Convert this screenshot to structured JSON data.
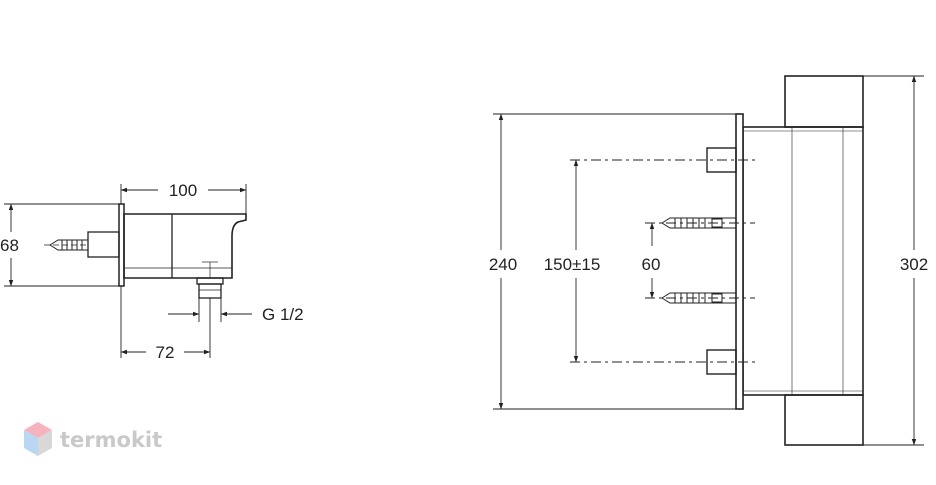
{
  "dimensions": {
    "width_100": "100",
    "height_68": "68",
    "offset_72": "72",
    "thread": "G 1/2",
    "height_240": "240",
    "spacing_150": "150±15",
    "spacing_60": "60",
    "height_302": "302"
  },
  "watermark": {
    "text": "termokit",
    "color": "#c9c9c9",
    "icon_colors": [
      "#f7b3bd",
      "#b9d6f2",
      "#d8d8d8"
    ]
  },
  "colors": {
    "line": "#222222",
    "background": "#ffffff"
  }
}
